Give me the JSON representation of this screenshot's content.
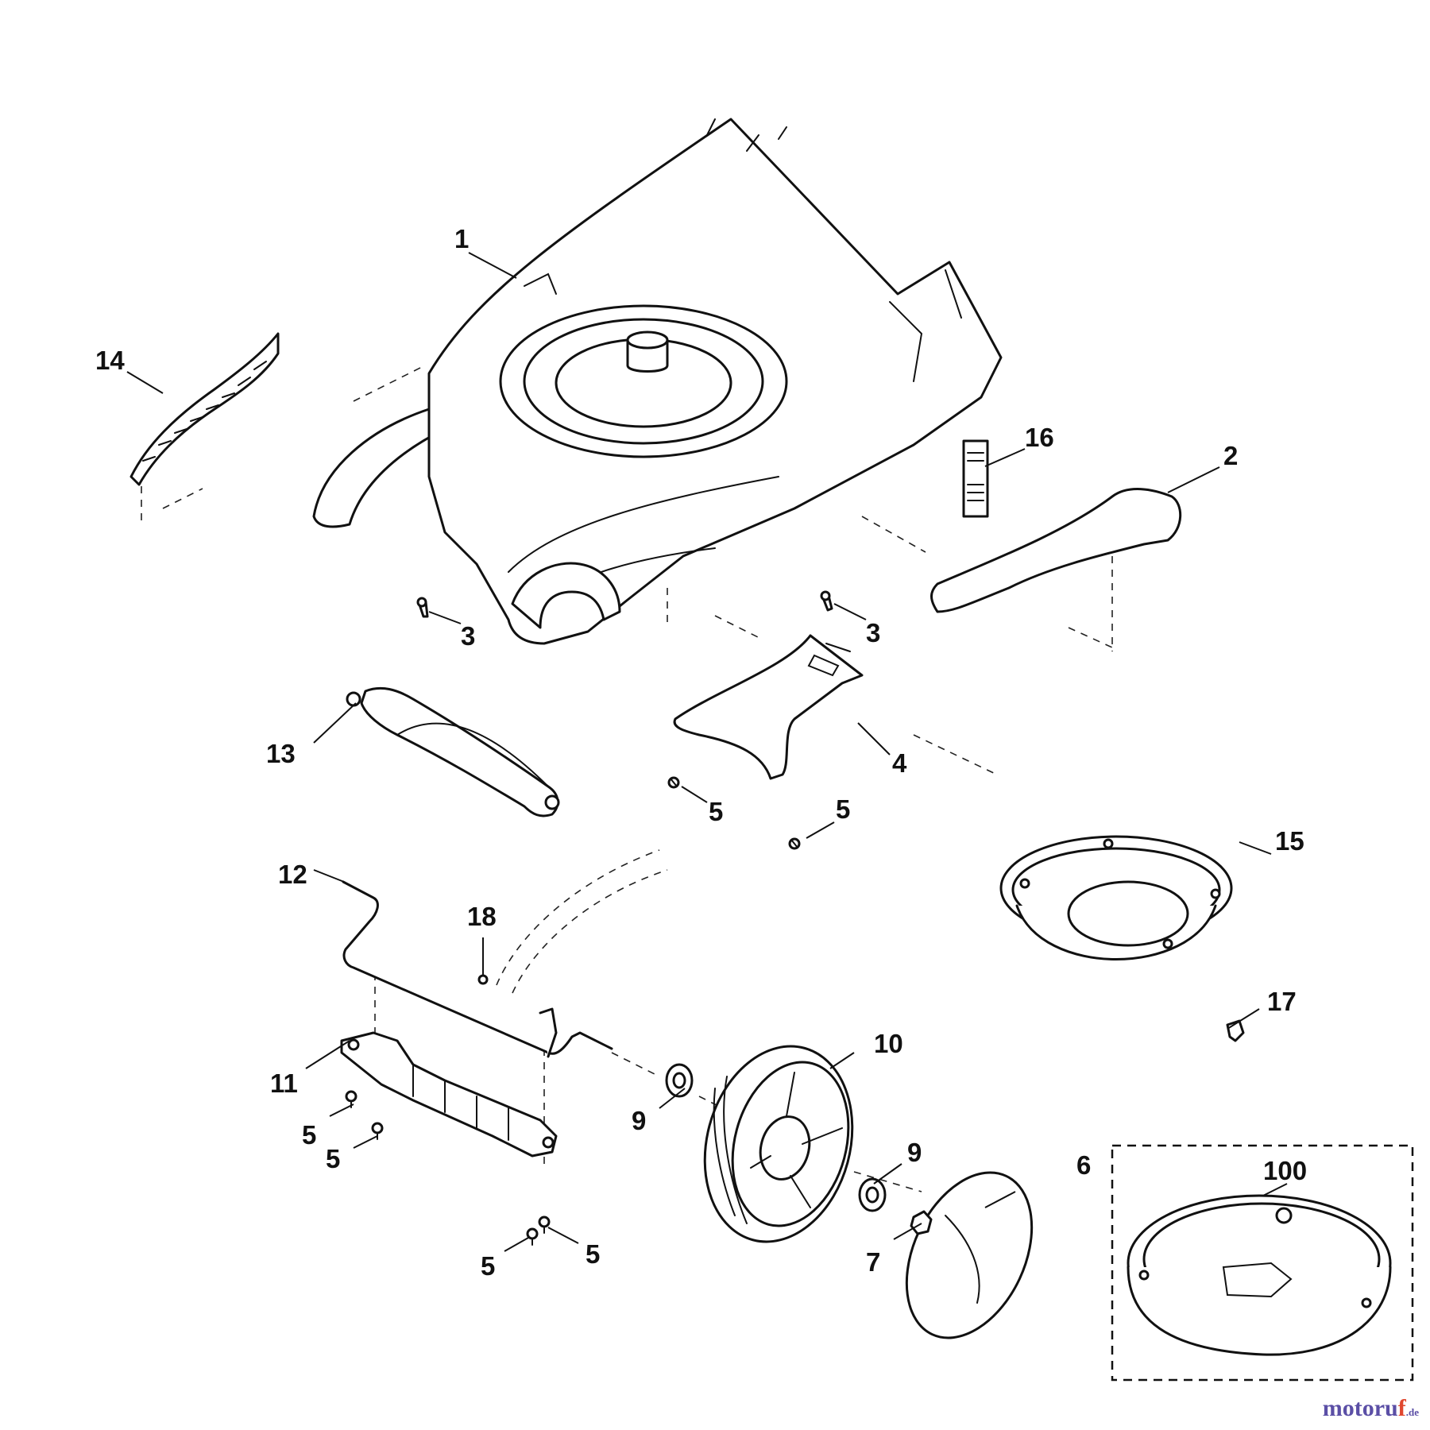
{
  "diagram": {
    "callouts": [
      "1",
      "2",
      "3",
      "3",
      "4",
      "5",
      "5",
      "5",
      "5",
      "5",
      "5",
      "6",
      "7",
      "9",
      "9",
      "10",
      "11",
      "12",
      "13",
      "14",
      "15",
      "16",
      "17",
      "18",
      "100"
    ]
  },
  "watermark": {
    "main": "motoru",
    "accent": "f",
    "tld": ".de",
    "colors": {
      "main": "#5b4fa6",
      "accent": "#e0472e"
    }
  }
}
